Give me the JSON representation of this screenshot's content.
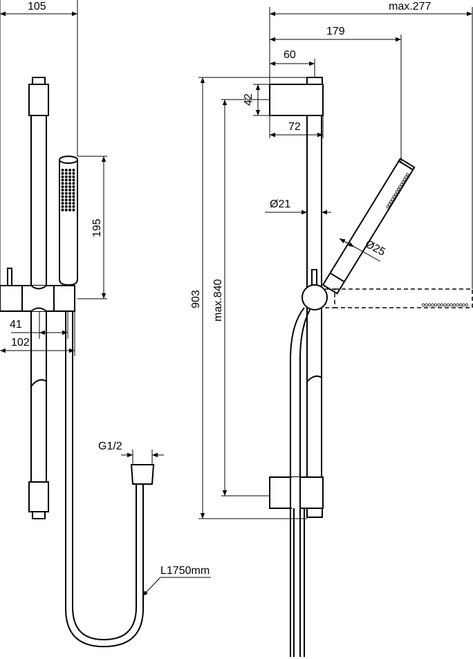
{
  "title": "Shower rail kit technical drawing",
  "front_view": {
    "width_overall": "105",
    "handshower_length": "195",
    "slider_offset": "41",
    "slider_width": "102",
    "connection": "G1/2",
    "hose_length": "L1750mm"
  },
  "side_view": {
    "max_projection": "max.277",
    "handshower_projection": "179",
    "wall_bracket_depth": "60",
    "bracket_height": "42",
    "bracket_width": "72",
    "rail_diameter": "Ø21",
    "handshower_diameter": "Ø25",
    "rail_length": "903",
    "max_fixing_distance": "max.840"
  }
}
